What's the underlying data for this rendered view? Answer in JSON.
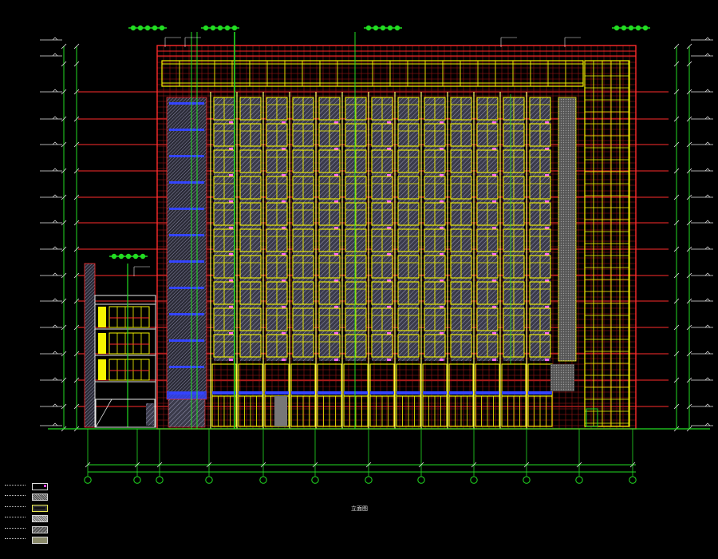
{
  "drawing": {
    "title": "立面图",
    "background": "#000000",
    "colors": {
      "frame": "#ff2b2b",
      "window": "#f5f500",
      "column": "#ffff66",
      "guide": "#22dd22",
      "glass": "#8a8aa8",
      "blue": "#3344ff",
      "white": "#e8e8e8"
    },
    "legend": [
      {
        "pattern": "white-frame"
      },
      {
        "pattern": "hatch-light"
      },
      {
        "pattern": "yellow-grid"
      },
      {
        "pattern": "hatch-dense"
      },
      {
        "pattern": "hatch-gray"
      },
      {
        "pattern": "solid-olive"
      }
    ]
  }
}
